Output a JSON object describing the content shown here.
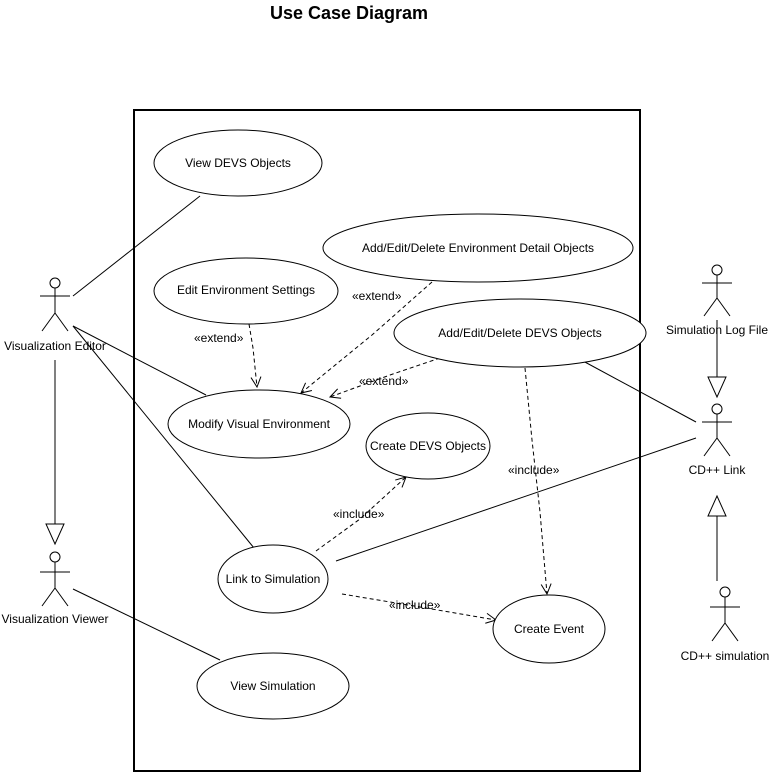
{
  "title": "Use Case Diagram",
  "actors": {
    "editor": "Visualization Editor",
    "viewer": "Visualization Viewer",
    "logfile": "Simulation Log File",
    "cdlink": "CD++ Link",
    "cdsim": "CD++ simulation"
  },
  "use_cases": {
    "view_devs": "View  DEVS Objects",
    "edit_env": "Edit Environment Settings",
    "add_env_detail": "Add/Edit/Delete Environment Detail Objects",
    "add_devs": "Add/Edit/Delete DEVS Objects",
    "modify_env": "Modify Visual Environment",
    "create_devs": "Create DEVS Objects",
    "link_sim": "Link to Simulation",
    "create_event": "Create Event",
    "view_sim": "View  Simulation"
  },
  "stereotypes": {
    "extend_1": "«extend»",
    "extend_2": "«extend»",
    "extend_3": "«extend»",
    "include_1": "«include»",
    "include_2": "«include»",
    "include_3": "«include»"
  }
}
